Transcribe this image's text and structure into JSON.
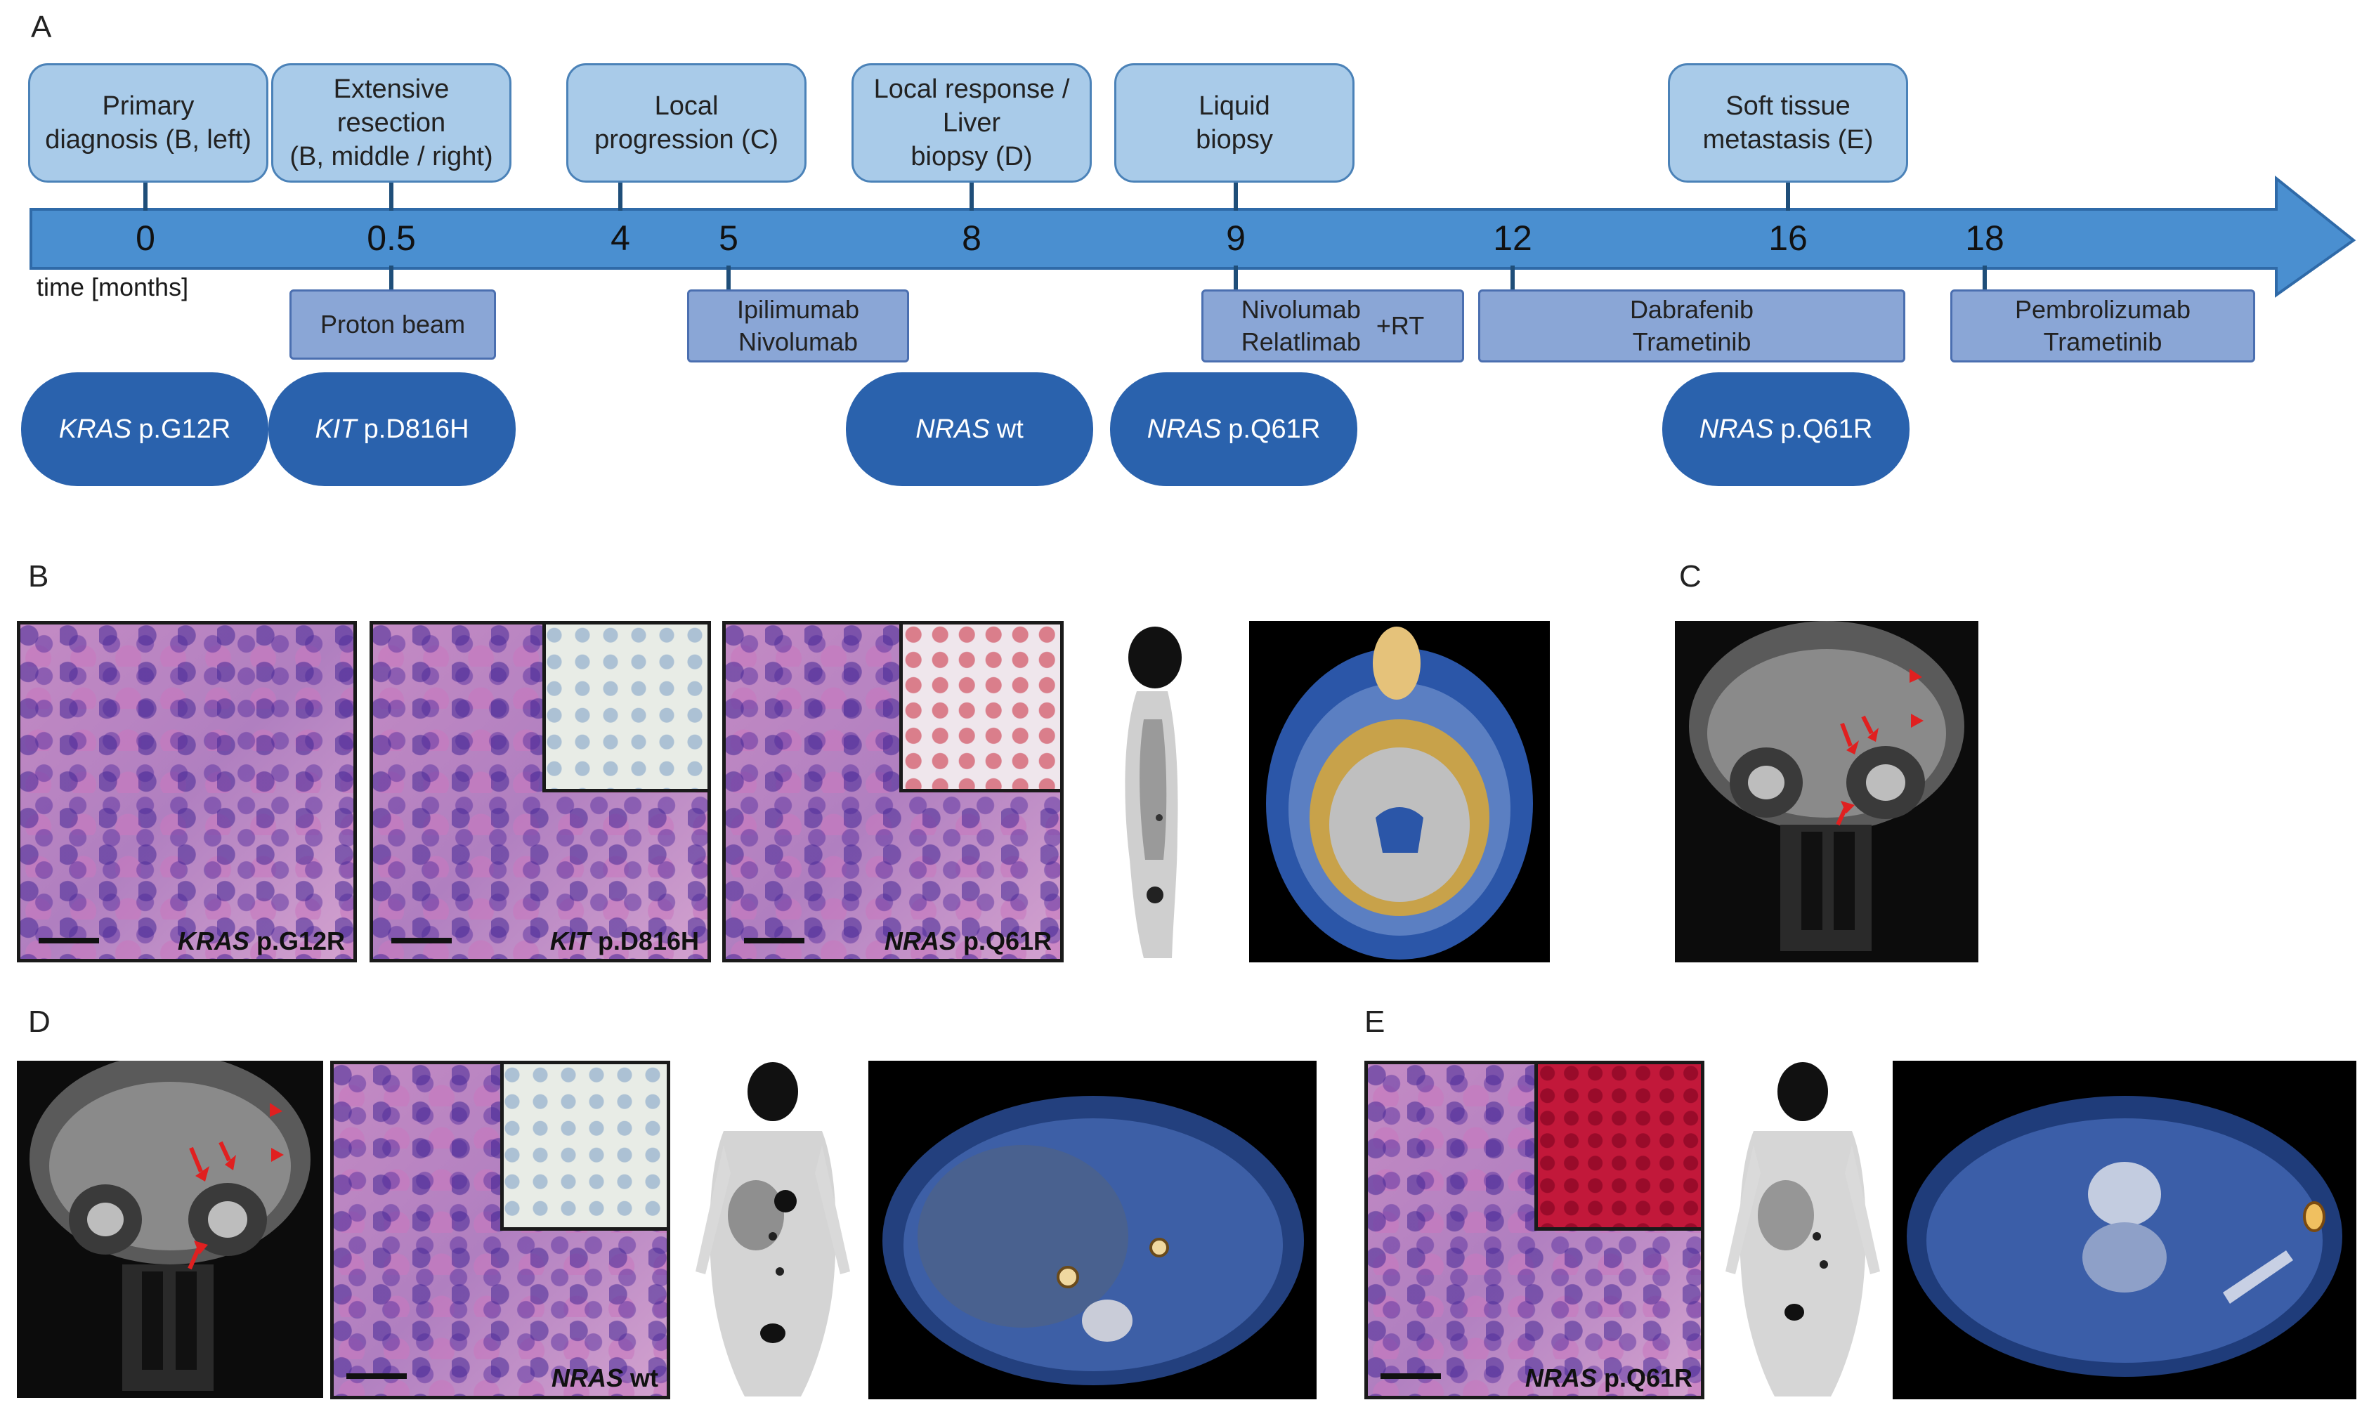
{
  "panel_letters": {
    "a": "A",
    "b": "B",
    "c": "C",
    "d": "D",
    "e": "E"
  },
  "timeline": {
    "axis_label": "time [months]",
    "time_points": [
      "0",
      "0.5",
      "4",
      "5",
      "8",
      "9",
      "12",
      "16",
      "18"
    ],
    "events": [
      {
        "label": "Primary\ndiagnosis (B, left)"
      },
      {
        "label": "Extensive\nresection\n(B, middle / right)"
      },
      {
        "label": "Local\nprogression (C)"
      },
      {
        "label": "Local response /\nLiver\nbiopsy (D)"
      },
      {
        "label": "Liquid\nbiopsy"
      },
      {
        "label": "Soft tissue\nmetastasis (E)"
      }
    ],
    "treatments": [
      {
        "label": "Proton beam"
      },
      {
        "label": "Ipilimumab\nNivolumab"
      },
      {
        "label": "Nivolumab\nRelatlimab",
        "extra": "+RT"
      },
      {
        "label": "Dabrafenib\nTrametinib"
      },
      {
        "label": "Pembrolizumab\nTrametinib"
      }
    ],
    "mutations": [
      {
        "gene": "KRAS",
        "variant": "p.G12R"
      },
      {
        "gene": "KIT",
        "variant": "p.D816H"
      },
      {
        "gene": "NRAS",
        "variant": "wt"
      },
      {
        "gene": "NRAS",
        "variant": "p.Q61R"
      },
      {
        "gene": "NRAS",
        "variant": "p.Q61R"
      }
    ]
  },
  "panel_b": {
    "labels": [
      {
        "gene": "KRAS",
        "variant": "p.G12R"
      },
      {
        "gene": "KIT",
        "variant": "p.D816H"
      },
      {
        "gene": "NRAS",
        "variant": "p.Q61R"
      }
    ]
  },
  "panel_d": {
    "label": {
      "gene": "NRAS",
      "variant": "wt"
    }
  },
  "panel_e": {
    "label": {
      "gene": "NRAS",
      "variant": "p.Q61R"
    }
  },
  "colors": {
    "arrow": "#4a8fd0",
    "event_box": "#a9cbe9",
    "treatment_box": "#8aa6d6",
    "mutation_pill": "#2a62ad",
    "annotation_arrow": "#e02020"
  }
}
